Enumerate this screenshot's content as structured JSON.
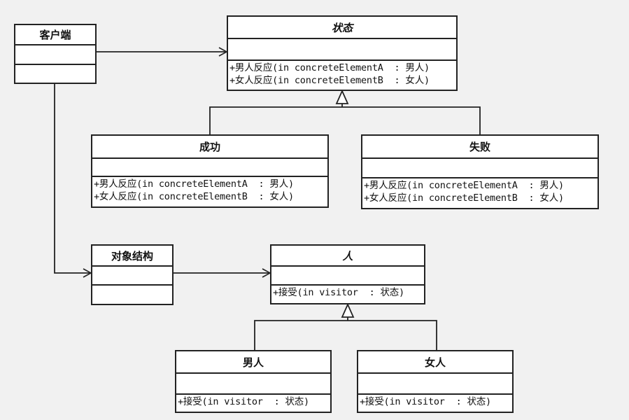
{
  "classes": {
    "client": {
      "name": "客户端"
    },
    "state": {
      "name": "状态",
      "ops": [
        "+男人反应(in concreteElementA  : 男人)",
        "+女人反应(in concreteElementB  : 女人)"
      ]
    },
    "success": {
      "name": "成功",
      "ops": [
        "+男人反应(in concreteElementA  : 男人)",
        "+女人反应(in concreteElementB  : 女人)"
      ]
    },
    "failure": {
      "name": "失败",
      "ops": [
        "+男人反应(in concreteElementA  : 男人)",
        "+女人反应(in concreteElementB  : 女人)"
      ]
    },
    "object_structure": {
      "name": "对象结构"
    },
    "person": {
      "name": "人",
      "ops": [
        "+接受(in visitor  : 状态)"
      ]
    },
    "man": {
      "name": "男人",
      "ops": [
        "+接受(in visitor  : 状态)"
      ]
    },
    "woman": {
      "name": "女人",
      "ops": [
        "+接受(in visitor  : 状态)"
      ]
    }
  },
  "relations": [
    {
      "from": "client",
      "to": "state",
      "kind": "association"
    },
    {
      "from": "client",
      "to": "object_structure",
      "kind": "association"
    },
    {
      "from": "object_structure",
      "to": "person",
      "kind": "association"
    },
    {
      "from": "success",
      "to": "state",
      "kind": "generalization"
    },
    {
      "from": "failure",
      "to": "state",
      "kind": "generalization"
    },
    {
      "from": "man",
      "to": "person",
      "kind": "generalization"
    },
    {
      "from": "woman",
      "to": "person",
      "kind": "generalization"
    }
  ]
}
